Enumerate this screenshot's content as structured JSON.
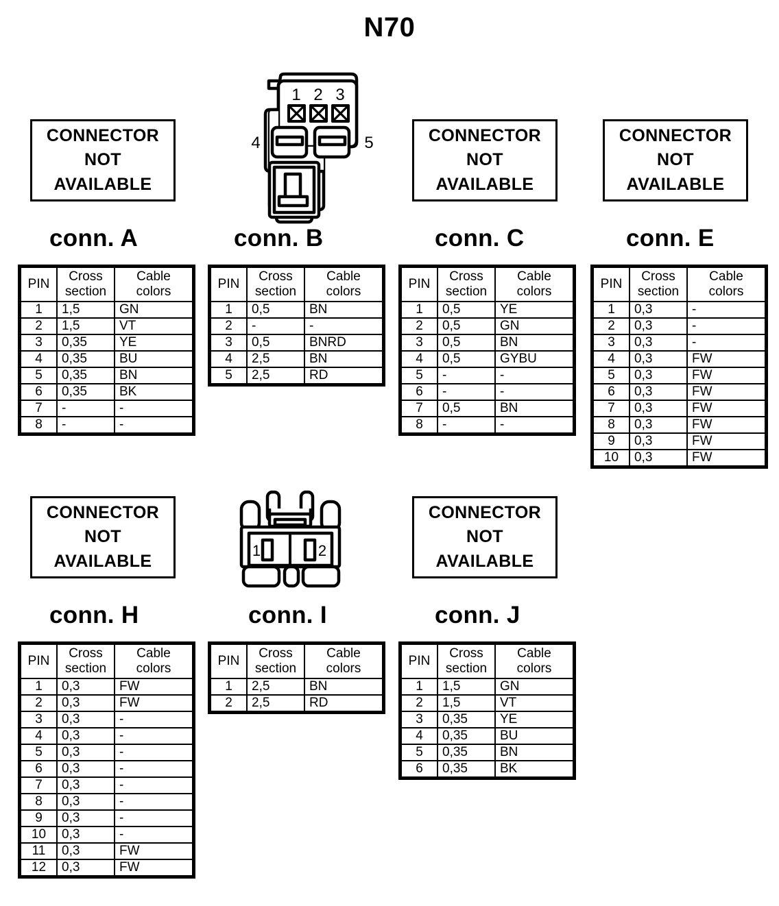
{
  "page": {
    "title": "N70",
    "not_available_text": [
      "CONNECTOR",
      "NOT",
      "AVAILABLE"
    ]
  },
  "table_headers": {
    "pin": "PIN",
    "cross_line1": "Cross",
    "cross_line2": "section",
    "color_line1": "Cable",
    "color_line2": "colors"
  },
  "connectors": [
    {
      "id": "A",
      "caption": "conn. A",
      "graphic": "not-available",
      "rows": [
        {
          "pin": "1",
          "cross": "1,5",
          "color": "GN"
        },
        {
          "pin": "2",
          "cross": "1,5",
          "color": "VT"
        },
        {
          "pin": "3",
          "cross": "0,35",
          "color": "YE"
        },
        {
          "pin": "4",
          "cross": "0,35",
          "color": "BU"
        },
        {
          "pin": "5",
          "cross": "0,35",
          "color": "BN"
        },
        {
          "pin": "6",
          "cross": "0,35",
          "color": "BK"
        },
        {
          "pin": "7",
          "cross": "-",
          "color": "-"
        },
        {
          "pin": "8",
          "cross": "-",
          "color": "-"
        }
      ]
    },
    {
      "id": "B",
      "caption": "conn. B",
      "graphic": "connector-b-drawing",
      "pin_labels": [
        "1",
        "2",
        "3",
        "4",
        "5"
      ],
      "rows": [
        {
          "pin": "1",
          "cross": "0,5",
          "color": "BN"
        },
        {
          "pin": "2",
          "cross": "-",
          "color": "-"
        },
        {
          "pin": "3",
          "cross": "0,5",
          "color": "BNRD"
        },
        {
          "pin": "4",
          "cross": "2,5",
          "color": "BN"
        },
        {
          "pin": "5",
          "cross": "2,5",
          "color": "RD"
        }
      ]
    },
    {
      "id": "C",
      "caption": "conn. C",
      "graphic": "not-available",
      "rows": [
        {
          "pin": "1",
          "cross": "0,5",
          "color": "YE"
        },
        {
          "pin": "2",
          "cross": "0,5",
          "color": "GN"
        },
        {
          "pin": "3",
          "cross": "0,5",
          "color": "BN"
        },
        {
          "pin": "4",
          "cross": "0,5",
          "color": "GYBU"
        },
        {
          "pin": "5",
          "cross": "-",
          "color": "-"
        },
        {
          "pin": "6",
          "cross": "-",
          "color": "-"
        },
        {
          "pin": "7",
          "cross": "0,5",
          "color": "BN"
        },
        {
          "pin": "8",
          "cross": "-",
          "color": "-"
        }
      ]
    },
    {
      "id": "E",
      "caption": "conn. E",
      "graphic": "not-available",
      "rows": [
        {
          "pin": "1",
          "cross": "0,3",
          "color": "-"
        },
        {
          "pin": "2",
          "cross": "0,3",
          "color": "-"
        },
        {
          "pin": "3",
          "cross": "0,3",
          "color": "-"
        },
        {
          "pin": "4",
          "cross": "0,3",
          "color": "FW"
        },
        {
          "pin": "5",
          "cross": "0,3",
          "color": "FW"
        },
        {
          "pin": "6",
          "cross": "0,3",
          "color": "FW"
        },
        {
          "pin": "7",
          "cross": "0,3",
          "color": "FW"
        },
        {
          "pin": "8",
          "cross": "0,3",
          "color": "FW"
        },
        {
          "pin": "9",
          "cross": "0,3",
          "color": "FW"
        },
        {
          "pin": "10",
          "cross": "0,3",
          "color": "FW"
        }
      ]
    },
    {
      "id": "H",
      "caption": "conn. H",
      "graphic": "not-available",
      "rows": [
        {
          "pin": "1",
          "cross": "0,3",
          "color": "FW"
        },
        {
          "pin": "2",
          "cross": "0,3",
          "color": "FW"
        },
        {
          "pin": "3",
          "cross": "0,3",
          "color": "-"
        },
        {
          "pin": "4",
          "cross": "0,3",
          "color": "-"
        },
        {
          "pin": "5",
          "cross": "0,3",
          "color": "-"
        },
        {
          "pin": "6",
          "cross": "0,3",
          "color": "-"
        },
        {
          "pin": "7",
          "cross": "0,3",
          "color": "-"
        },
        {
          "pin": "8",
          "cross": "0,3",
          "color": "-"
        },
        {
          "pin": "9",
          "cross": "0,3",
          "color": "-"
        },
        {
          "pin": "10",
          "cross": "0,3",
          "color": "-"
        },
        {
          "pin": "11",
          "cross": "0,3",
          "color": "FW"
        },
        {
          "pin": "12",
          "cross": "0,3",
          "color": "FW"
        }
      ]
    },
    {
      "id": "I",
      "caption": "conn. I",
      "graphic": "connector-i-drawing",
      "pin_labels": [
        "1",
        "2"
      ],
      "rows": [
        {
          "pin": "1",
          "cross": "2,5",
          "color": "BN"
        },
        {
          "pin": "2",
          "cross": "2,5",
          "color": "RD"
        }
      ]
    },
    {
      "id": "J",
      "caption": "conn. J",
      "graphic": "not-available",
      "rows": [
        {
          "pin": "1",
          "cross": "1,5",
          "color": "GN"
        },
        {
          "pin": "2",
          "cross": "1,5",
          "color": "VT"
        },
        {
          "pin": "3",
          "cross": "0,35",
          "color": "YE"
        },
        {
          "pin": "4",
          "cross": "0,35",
          "color": "BU"
        },
        {
          "pin": "5",
          "cross": "0,35",
          "color": "BN"
        },
        {
          "pin": "6",
          "cross": "0,35",
          "color": "BK"
        }
      ]
    }
  ]
}
